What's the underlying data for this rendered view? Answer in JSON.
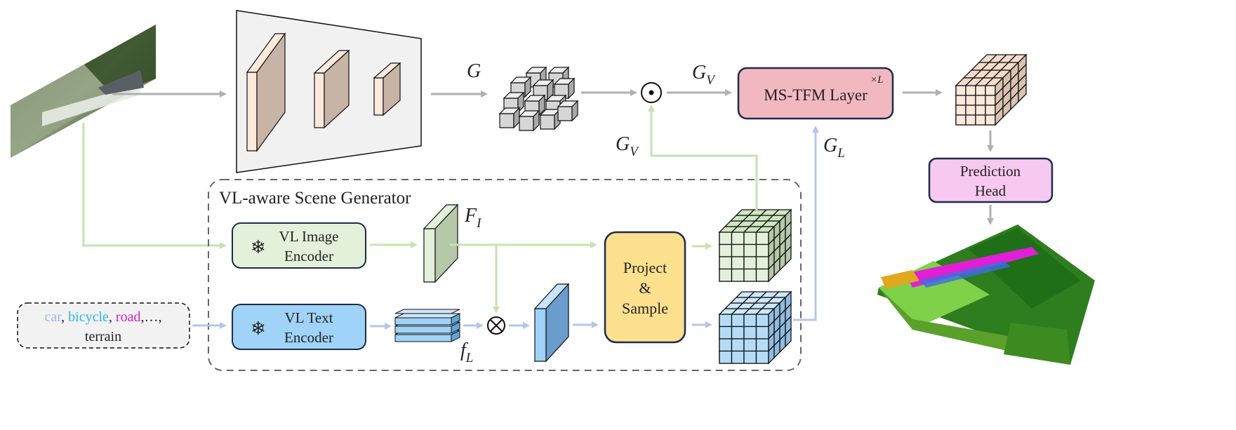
{
  "labels": {
    "g": "G",
    "gv_top": "G",
    "gv_top_sub": "V",
    "gv_mid": "G",
    "gv_mid_sub": "V",
    "gl": "G",
    "gl_sub": "L",
    "fi": "F",
    "fi_sub": "I",
    "fl": "f",
    "fl_sub": "L",
    "odot": "⊙",
    "otimes": "⊗",
    "ms_tfm": "MS-TFM Layer",
    "times_l": "×L",
    "prediction_head_line1": "Prediction",
    "prediction_head_line2": "Head",
    "scene_generator_title": "VL-aware Scene Generator",
    "vl_image_line1": "VL Image",
    "vl_image_line2": "Encoder",
    "vl_text_line1": "VL Text",
    "vl_text_line2": "Encoder",
    "project_line1": "Project",
    "project_line2": "&",
    "project_line3": "Sample",
    "snowflake": "❄"
  },
  "classes": {
    "car": "car",
    "bicycle": "bicycle",
    "road": "road",
    "sep1": ",",
    "sep2": ",",
    "sep3": ",…,",
    "terrain": "terrain"
  },
  "colors": {
    "car": "#9ab8e8",
    "bicycle": "#29b6e6",
    "road": "#d61ec8",
    "terrain": "#8cc63f",
    "gray_arrow": "#b0b0b0",
    "green_arrow": "#c5e3b0",
    "blue_arrow": "#b4c6ea",
    "ms_tfm_fill": "#f2b8c0",
    "prediction_fill": "#f7c8f0",
    "vl_image_fill": "#e3f1db",
    "vl_text_fill": "#9fd3f7",
    "project_fill": "#fde08e",
    "encoder_cnn": "#c8b4a6"
  }
}
